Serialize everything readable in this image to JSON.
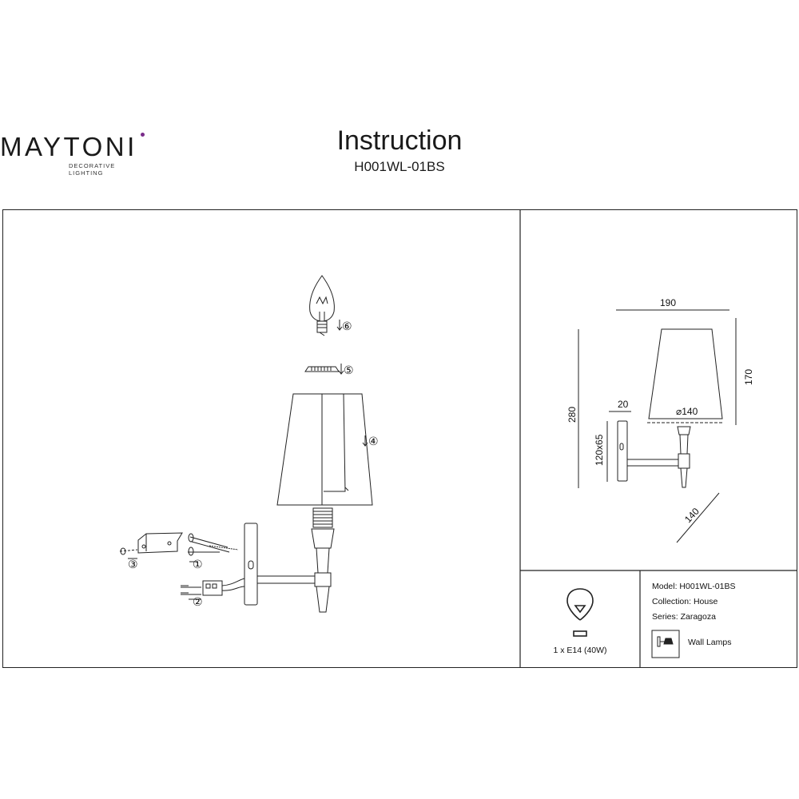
{
  "header": {
    "brand_name": "MAYTONI",
    "brand_tagline": "DECORATIVE LIGHTING",
    "title": "Instruction",
    "model_code": "H001WL-01BS"
  },
  "assembly": {
    "step_labels": [
      "①",
      "②",
      "③",
      "④",
      "⑤",
      "⑥"
    ]
  },
  "dimensions": {
    "width": "190",
    "shade_height": "170",
    "total_height": "280",
    "base_width": "20",
    "base_plate": "120x65",
    "shade_diameter": "⌀140",
    "projection": "140"
  },
  "specs": {
    "bulb": "1 x E14 (40W)",
    "model": "Model: H001WL-01BS",
    "collection": "Collection: House",
    "series": "Series: Zaragoza",
    "type": "Wall Lamps"
  },
  "colors": {
    "line": "#222222",
    "brand_dot": "#7a2c8a"
  }
}
